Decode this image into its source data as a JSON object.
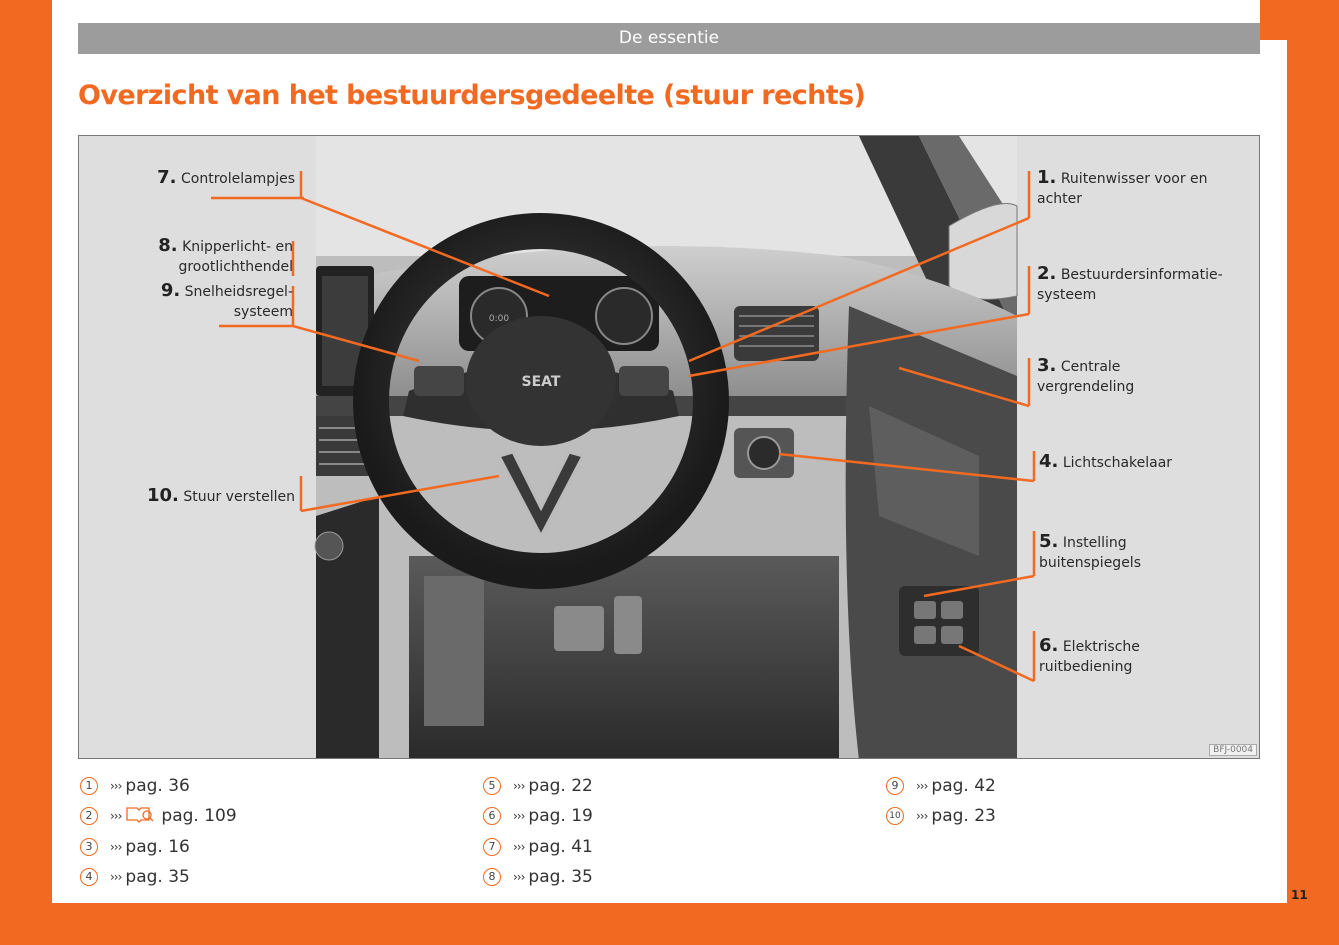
{
  "header": {
    "section": "De essentie"
  },
  "title": "Overzicht van het bestuurdersgedeelte (stuur rechts)",
  "figure": {
    "code": "BFJ-0004",
    "callouts": [
      {
        "num": "7.",
        "text": "Controlelampjes"
      },
      {
        "num": "8.",
        "text": "Knipperlicht- en",
        "text2": "grootlichthendel"
      },
      {
        "num": "9.",
        "text": "Snelheidsregel-",
        "text2": "systeem"
      },
      {
        "num": "10.",
        "text": "Stuur verstellen"
      },
      {
        "num": "1.",
        "text": "Ruitenwisser voor en",
        "text2": "achter"
      },
      {
        "num": "2.",
        "text": "Bestuurdersinformatie-",
        "text2": "systeem"
      },
      {
        "num": "3.",
        "text": "Centrale",
        "text2": "vergrendeling"
      },
      {
        "num": "4.",
        "text": "Lichtschakelaar"
      },
      {
        "num": "5.",
        "text": "Instelling",
        "text2": "buitenspiegels"
      },
      {
        "num": "6.",
        "text": "Elektrische",
        "text2": "ruitbediening"
      }
    ],
    "seat_badge": "SEAT",
    "speed_readout": "0:00"
  },
  "references": [
    {
      "num": "1",
      "arrows": "›››",
      "text": "pag. 36"
    },
    {
      "num": "2",
      "arrows": "›››",
      "text": "pag. 109",
      "icon": "manual-book-icon"
    },
    {
      "num": "3",
      "arrows": "›››",
      "text": "pag. 16"
    },
    {
      "num": "4",
      "arrows": "›››",
      "text": "pag. 35"
    },
    {
      "num": "5",
      "arrows": "›››",
      "text": "pag. 22"
    },
    {
      "num": "6",
      "arrows": "›››",
      "text": "pag. 19"
    },
    {
      "num": "7",
      "arrows": "›››",
      "text": "pag. 41"
    },
    {
      "num": "8",
      "arrows": "›››",
      "text": "pag. 35"
    },
    {
      "num": "9",
      "arrows": "›››",
      "text": "pag. 42"
    },
    {
      "num": "10",
      "arrows": "›››",
      "text": "pag. 23"
    }
  ],
  "page_number": "11",
  "colors": {
    "accent": "#f26a21",
    "header_bar": "#9c9c9c"
  }
}
